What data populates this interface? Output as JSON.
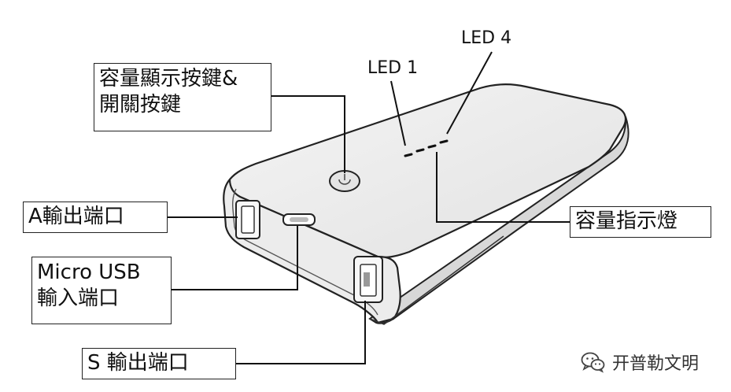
{
  "labels": {
    "led4": "LED 4",
    "led1": "LED 1",
    "button_line1": "容量顯示按鍵&",
    "button_line2": "開關按鍵",
    "a_output": "A輸出端口",
    "capacity_indicator": "容量指示燈",
    "micro_usb_line1": "Micro USB",
    "micro_usb_line2": "輸入端口",
    "s_output": "S 輸出端口"
  },
  "watermark": {
    "icon": "wechat-icon",
    "text": "开普勒文明"
  }
}
